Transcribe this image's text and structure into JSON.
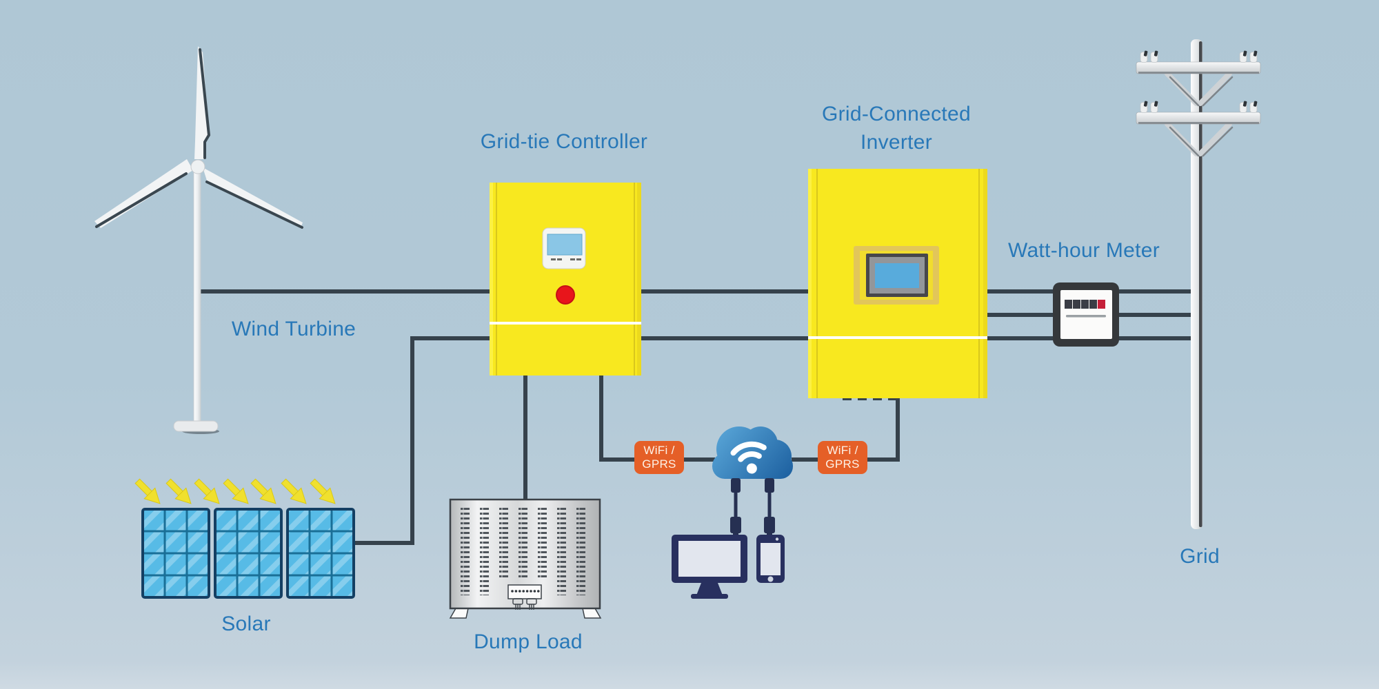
{
  "labels": {
    "wind_turbine": "Wind Turbine",
    "solar": "Solar",
    "dump_load": "Dump Load",
    "grid_tie_controller": "Grid-tie Controller",
    "inverter_line1": "Grid-Connected",
    "inverter_line2": "Inverter",
    "watt_hour_meter": "Watt-hour Meter",
    "grid": "Grid"
  },
  "badges": {
    "left": {
      "line1": "WiFi /",
      "line2": "GPRS"
    },
    "right": {
      "line1": "WiFi /",
      "line2": "GPRS"
    }
  },
  "icons": {
    "cloud": "cloud-icon",
    "wifi": "wifi-icon",
    "monitor": "monitor-icon",
    "smartphone": "smartphone-icon",
    "sun_rays": "sun-rays-icon",
    "power_led": "power-led-icon"
  },
  "colors": {
    "background": "#b2c9d7",
    "panel_yellow": "#f8e81f",
    "panel_yellow_line": "#d9c71d",
    "label_blue": "#2878b8",
    "wire": "#36424c",
    "badge_orange": "#e55f27",
    "badge_text": "#fdf2e7",
    "cloud_light": "#59a6d8",
    "cloud_dark": "#1c5f9f",
    "solar_cell": "#57bbe6",
    "solar_grid": "#1a6f97",
    "solar_border": "#143f63",
    "arrow_yellow": "#f0e02e",
    "led_red": "#e8151b",
    "meter_red": "#c51f39",
    "screen_blue": "#58abdc",
    "device_navy": "#28305f",
    "device_screen": "#e2e6ee",
    "metal_dark": "#3b4147"
  }
}
